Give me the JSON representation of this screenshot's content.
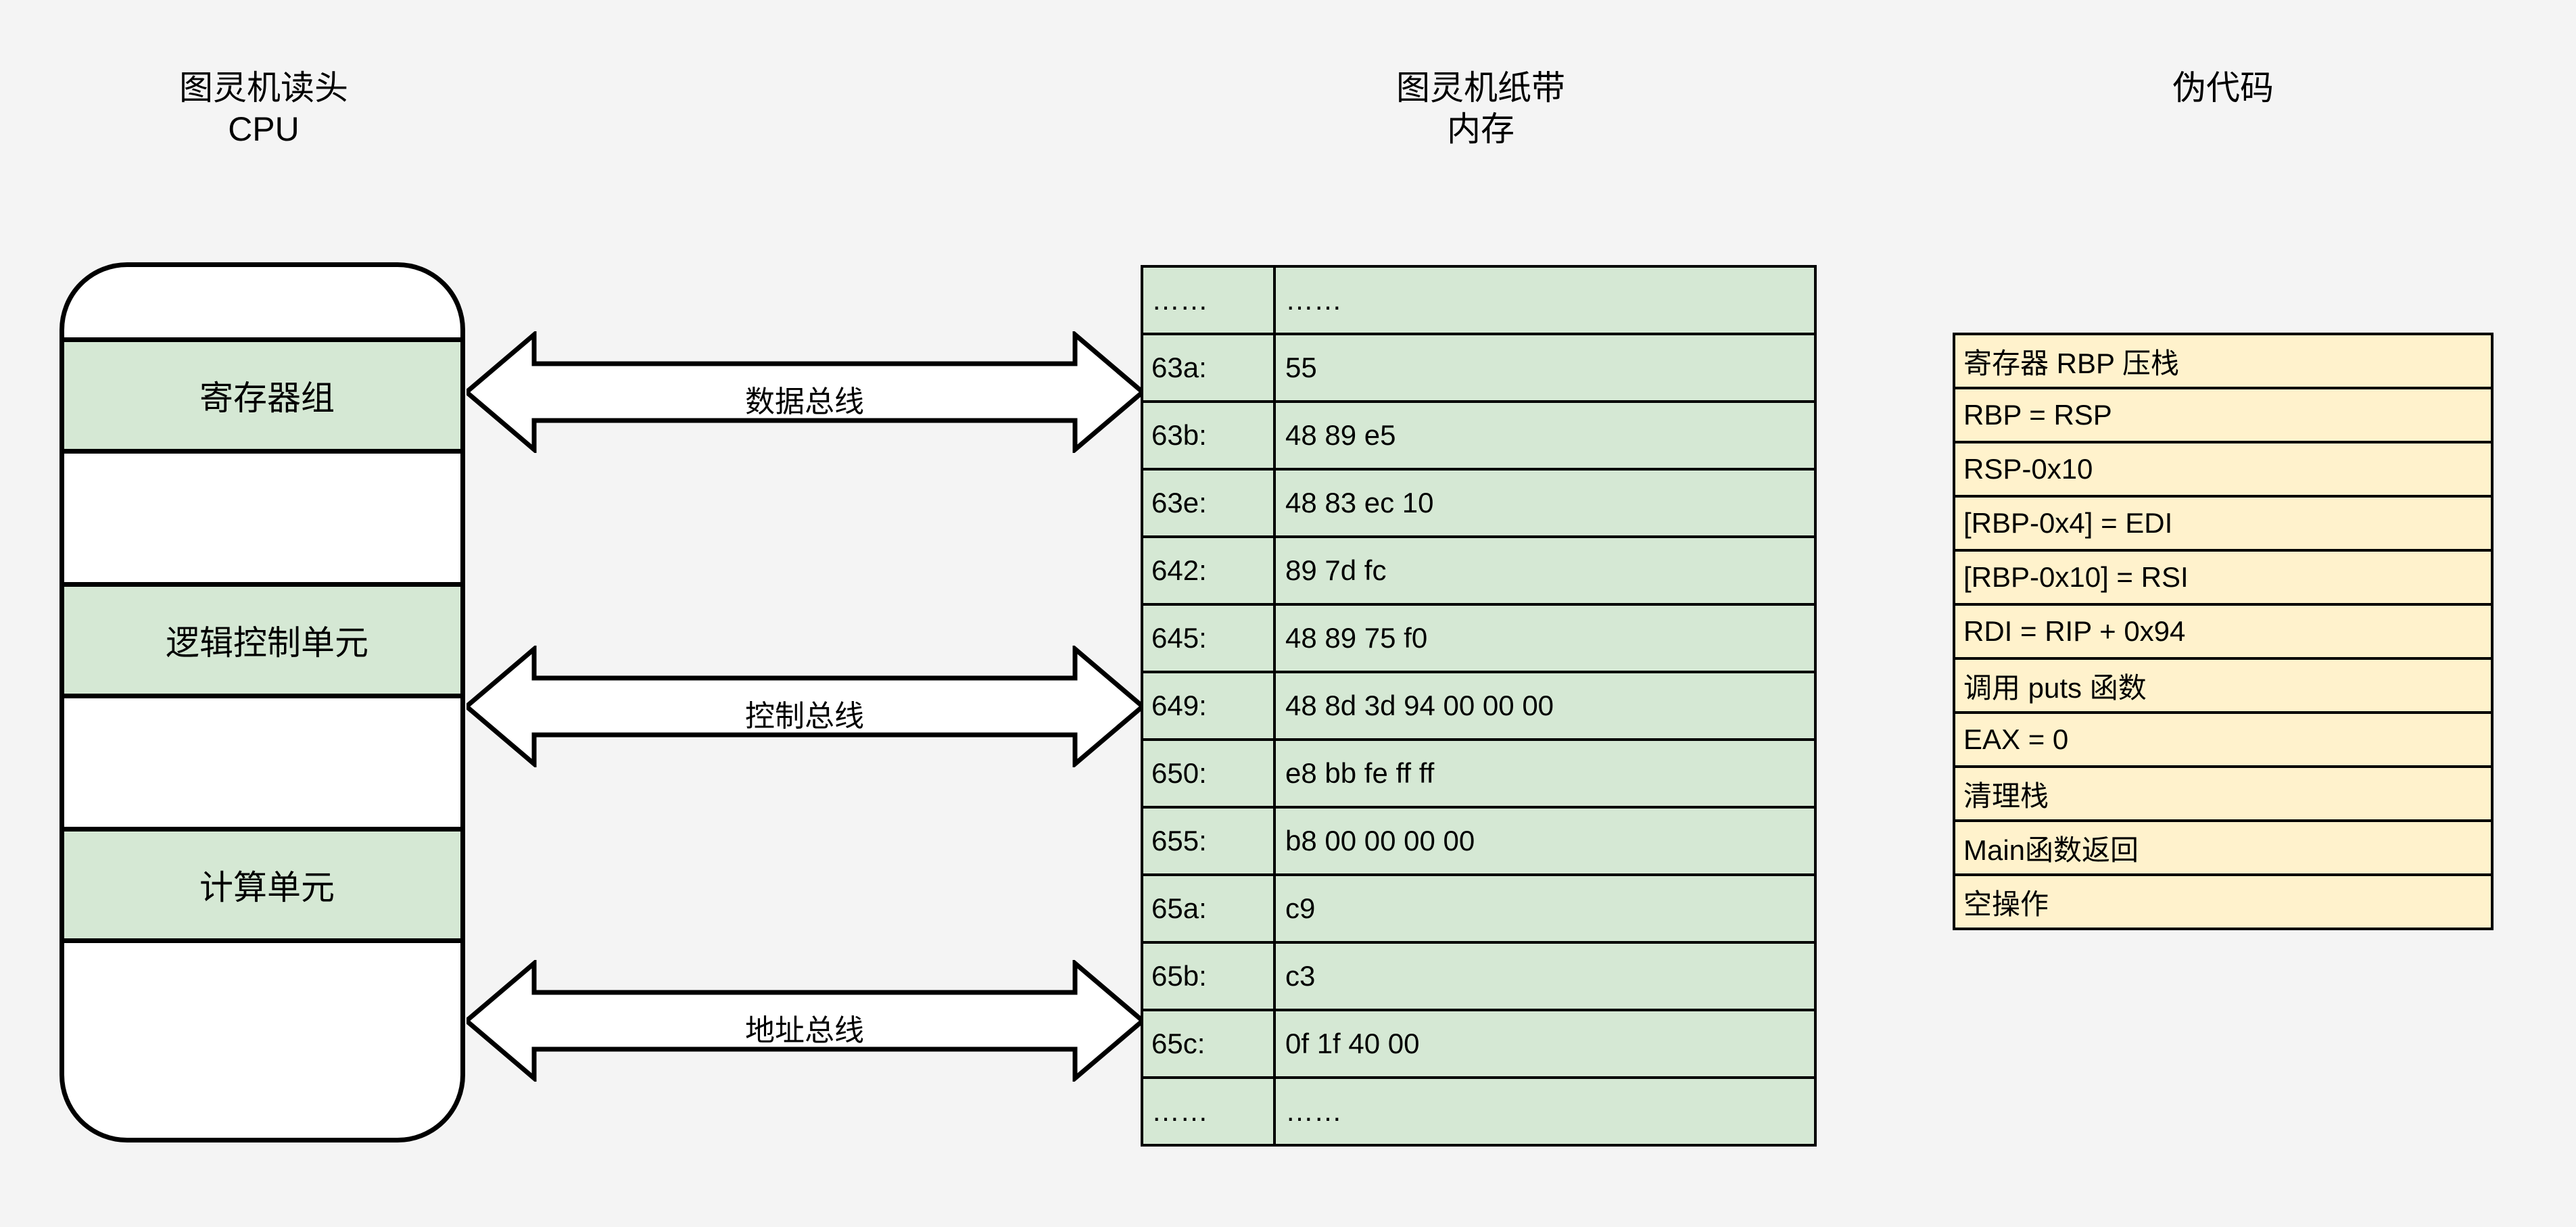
{
  "columns": {
    "cpu_title": "图灵机读头\nCPU",
    "memory_title": "图灵机纸带\n内存",
    "pseudocode_title": "伪代码"
  },
  "cpu": {
    "segments": [
      {
        "label": "",
        "filled": false
      },
      {
        "label": "寄存器组",
        "filled": true
      },
      {
        "label": "",
        "filled": false
      },
      {
        "label": "逻辑控制单元",
        "filled": true
      },
      {
        "label": "",
        "filled": false
      },
      {
        "label": "计算单元",
        "filled": true
      },
      {
        "label": "",
        "filled": false
      }
    ],
    "register_label": "寄存器组",
    "control_label": "逻辑控制单元",
    "alu_label": "计算单元"
  },
  "buses": [
    {
      "label": "数据总线",
      "name": "data-bus"
    },
    {
      "label": "控制总线",
      "name": "control-bus"
    },
    {
      "label": "地址总线",
      "name": "address-bus"
    }
  ],
  "memory": {
    "rows": [
      {
        "addr": "……",
        "value": "……"
      },
      {
        "addr": "63a:",
        "value": "55"
      },
      {
        "addr": "63b:",
        "value": "48 89 e5"
      },
      {
        "addr": "63e:",
        "value": "48 83 ec 10"
      },
      {
        "addr": "642:",
        "value": "89 7d fc"
      },
      {
        "addr": "645:",
        "value": "48 89 75 f0"
      },
      {
        "addr": "649:",
        "value": "48 8d 3d 94 00 00 00"
      },
      {
        "addr": "650:",
        "value": "e8 bb fe ff ff"
      },
      {
        "addr": "655:",
        "value": "b8 00 00 00 00"
      },
      {
        "addr": "65a:",
        "value": "c9"
      },
      {
        "addr": "65b:",
        "value": "c3"
      },
      {
        "addr": "65c:",
        "value": "0f 1f 40 00"
      },
      {
        "addr": "……",
        "value": "……"
      }
    ]
  },
  "pseudocode": {
    "rows": [
      {
        "text": "寄存器 RBP 压栈"
      },
      {
        "text": "RBP = RSP"
      },
      {
        "text": "RSP-0x10"
      },
      {
        "text": "[RBP-0x4] = EDI"
      },
      {
        "text": "[RBP-0x10] = RSI"
      },
      {
        "text": "RDI = RIP + 0x94"
      },
      {
        "text": "调用 puts 函数"
      },
      {
        "text": "EAX = 0"
      },
      {
        "text": "清理栈"
      },
      {
        "text": "Main函数返回"
      },
      {
        "text": "空操作"
      }
    ]
  },
  "colors": {
    "background": "#f4f4f4",
    "green_fill": "#d5e8d4",
    "yellow_fill": "#fff2cc",
    "stroke": "#000000",
    "white_fill": "#ffffff"
  }
}
